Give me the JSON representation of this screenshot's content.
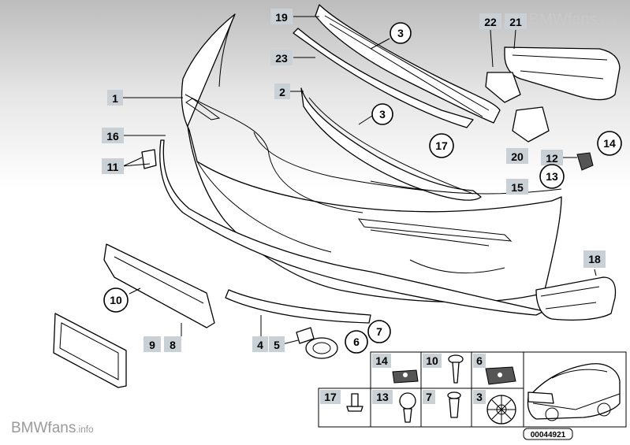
{
  "brand": {
    "name": "BMWfans",
    "suffix": ".info"
  },
  "part_labels": [
    "1",
    "16",
    "11",
    "19",
    "23",
    "2",
    "3",
    "3",
    "17",
    "22",
    "21",
    "20",
    "12",
    "14",
    "13",
    "15",
    "18",
    "10",
    "9",
    "8",
    "4",
    "5",
    "6",
    "7"
  ],
  "grid_labels": [
    "14",
    "10",
    "6",
    "17",
    "13",
    "7",
    "3"
  ],
  "diagram_code": "00044921"
}
